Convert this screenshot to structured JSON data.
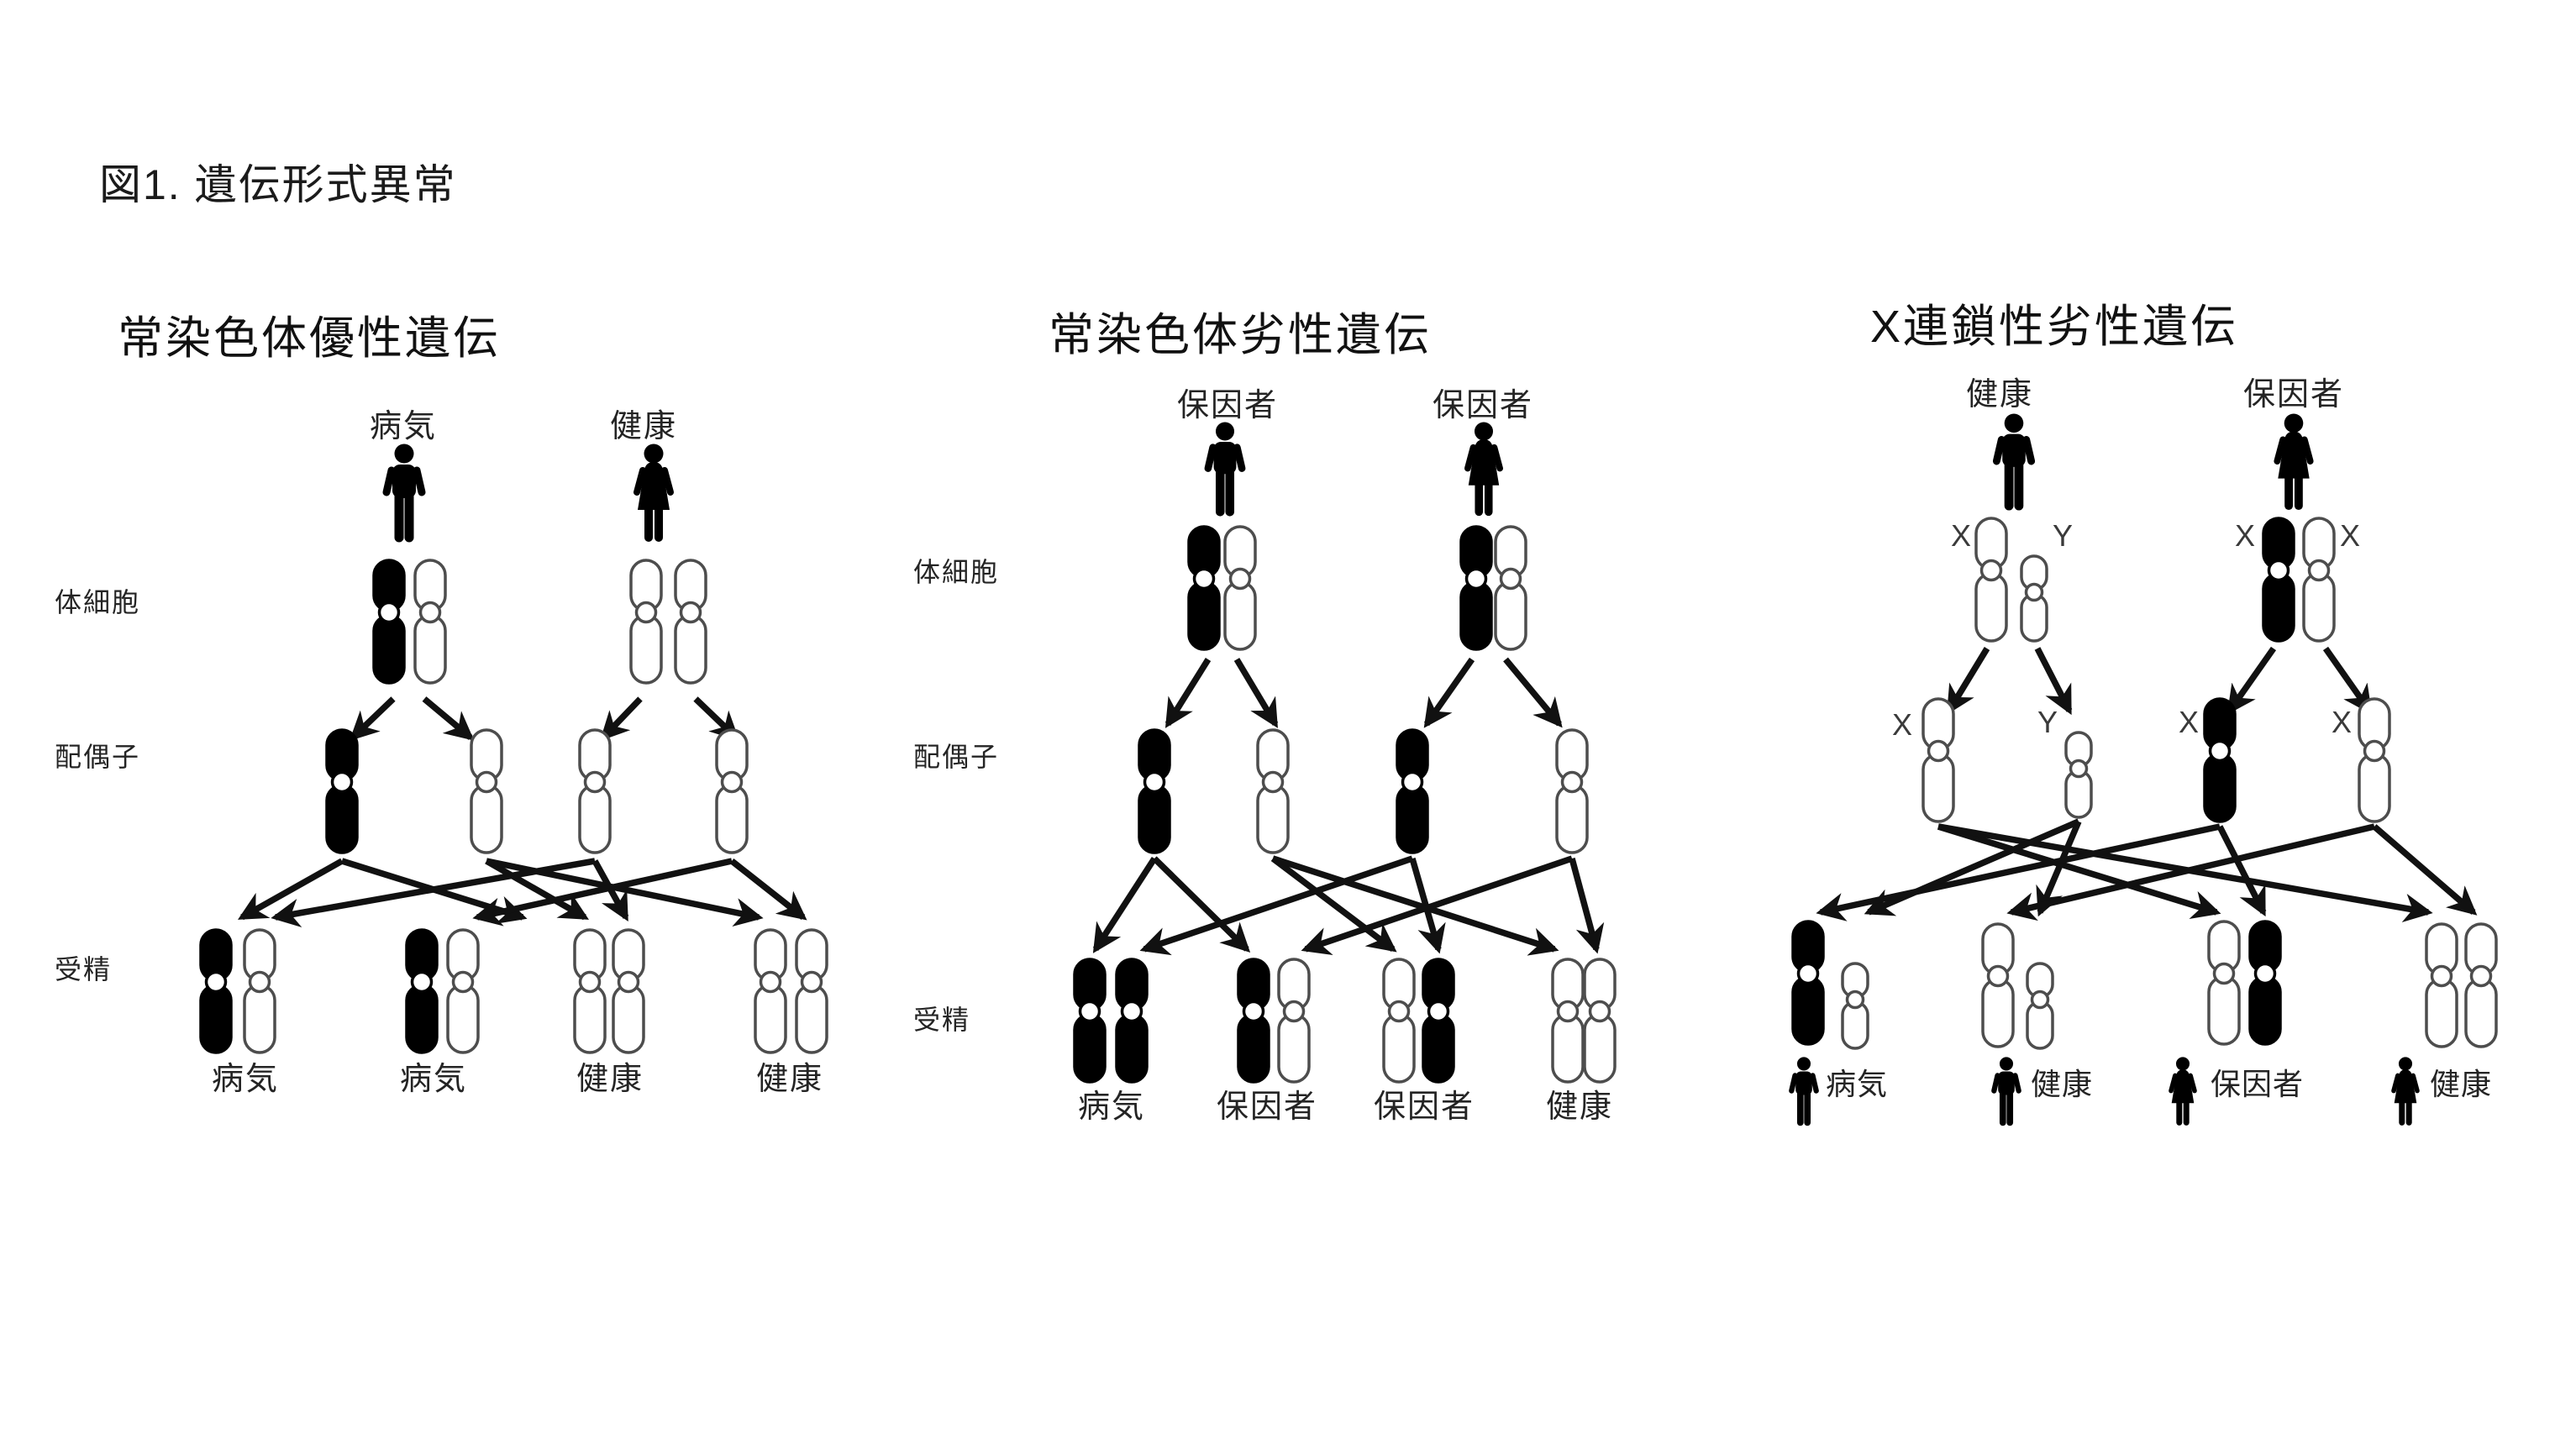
{
  "figure_title": "図1. 遺伝形式異常",
  "row_labels": {
    "somatic": "体細胞",
    "gametes": "配偶子",
    "fertilization": "受精"
  },
  "chromosome_legend": {
    "affected": "black",
    "normal": "white"
  },
  "panels": [
    {
      "title": "常染色体優性遺伝",
      "father": {
        "label": "病気",
        "sex": "male",
        "somatic_alleles": [
          "affected",
          "normal"
        ]
      },
      "mother": {
        "label": "健康",
        "sex": "female",
        "somatic_alleles": [
          "normal",
          "normal"
        ]
      },
      "gametes": [
        "affected",
        "normal",
        "normal",
        "normal"
      ],
      "offspring": [
        {
          "label": "病気",
          "alleles": [
            "affected",
            "normal"
          ]
        },
        {
          "label": "病気",
          "alleles": [
            "affected",
            "normal"
          ]
        },
        {
          "label": "健康",
          "alleles": [
            "normal",
            "normal"
          ]
        },
        {
          "label": "健康",
          "alleles": [
            "normal",
            "normal"
          ]
        }
      ]
    },
    {
      "title": "常染色体劣性遺伝",
      "father": {
        "label": "保因者",
        "sex": "male",
        "somatic_alleles": [
          "affected",
          "normal"
        ]
      },
      "mother": {
        "label": "保因者",
        "sex": "female",
        "somatic_alleles": [
          "affected",
          "normal"
        ]
      },
      "gametes": [
        "affected",
        "normal",
        "affected",
        "normal"
      ],
      "offspring": [
        {
          "label": "病気",
          "alleles": [
            "affected",
            "affected"
          ]
        },
        {
          "label": "保因者",
          "alleles": [
            "affected",
            "normal"
          ]
        },
        {
          "label": "保因者",
          "alleles": [
            "normal",
            "affected"
          ]
        },
        {
          "label": "健康",
          "alleles": [
            "normal",
            "normal"
          ]
        }
      ]
    },
    {
      "title": "X連鎖性劣性遺伝",
      "father": {
        "label": "健康",
        "sex": "male",
        "chromosomes": [
          "X",
          "Y"
        ]
      },
      "mother": {
        "label": "保因者",
        "sex": "female",
        "chromosomes": [
          "X",
          "X"
        ]
      },
      "somatic_chromosome_labels": [
        "X",
        "Y",
        "X",
        "X"
      ],
      "gamete_chromosome_labels": [
        "X",
        "Y",
        "X",
        "X"
      ],
      "offspring": [
        {
          "label": "病気",
          "sex": "male",
          "chromosomes": [
            "X-affected",
            "Y"
          ]
        },
        {
          "label": "健康",
          "sex": "male",
          "chromosomes": [
            "X",
            "Y"
          ]
        },
        {
          "label": "保因者",
          "sex": "female",
          "chromosomes": [
            "X",
            "X-affected"
          ]
        },
        {
          "label": "健康",
          "sex": "female",
          "chromosomes": [
            "X",
            "X"
          ]
        }
      ]
    }
  ]
}
